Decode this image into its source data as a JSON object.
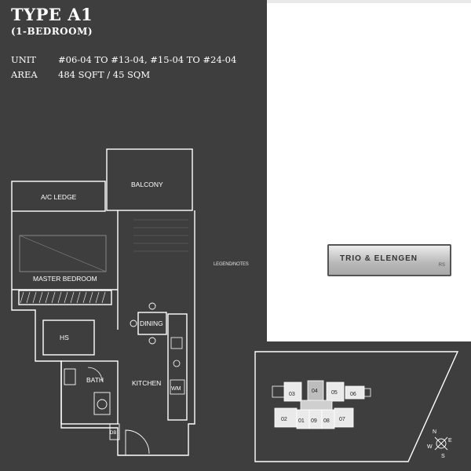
{
  "header": {
    "title": "TYPE A1",
    "subtitle": "(1-BEDROOM)",
    "unit_label": "UNIT",
    "unit_value": "#06-04 TO #13-04, #15-04 TO #24-04",
    "area_label": "AREA",
    "area_value": "484 SQFT / 45 SQM"
  },
  "floor_plan": {
    "rooms": {
      "ac_ledge": "A/C LEDGE",
      "balcony": "BALCONY",
      "master_bedroom": "MASTER BEDROOM",
      "dining": "DINING",
      "hs": "HS",
      "bath": "BATH",
      "kitchen": "KITCHEN",
      "wm": "WM",
      "db": "DB"
    },
    "side_label": "LEGEND/NOTES"
  },
  "logo": {
    "text": "TRIO & ELENGEN",
    "small": "RS"
  },
  "site_plan": {
    "units": [
      "03",
      "04",
      "05",
      "06",
      "02",
      "01",
      "09",
      "08",
      "07"
    ],
    "highlighted_unit": "04",
    "compass": {
      "n": "N",
      "e": "E",
      "s": "S",
      "w": "W"
    }
  },
  "colors": {
    "dark_panel": "#3e3e3e",
    "white_panel": "#ffffff",
    "line": "#ffffff"
  }
}
